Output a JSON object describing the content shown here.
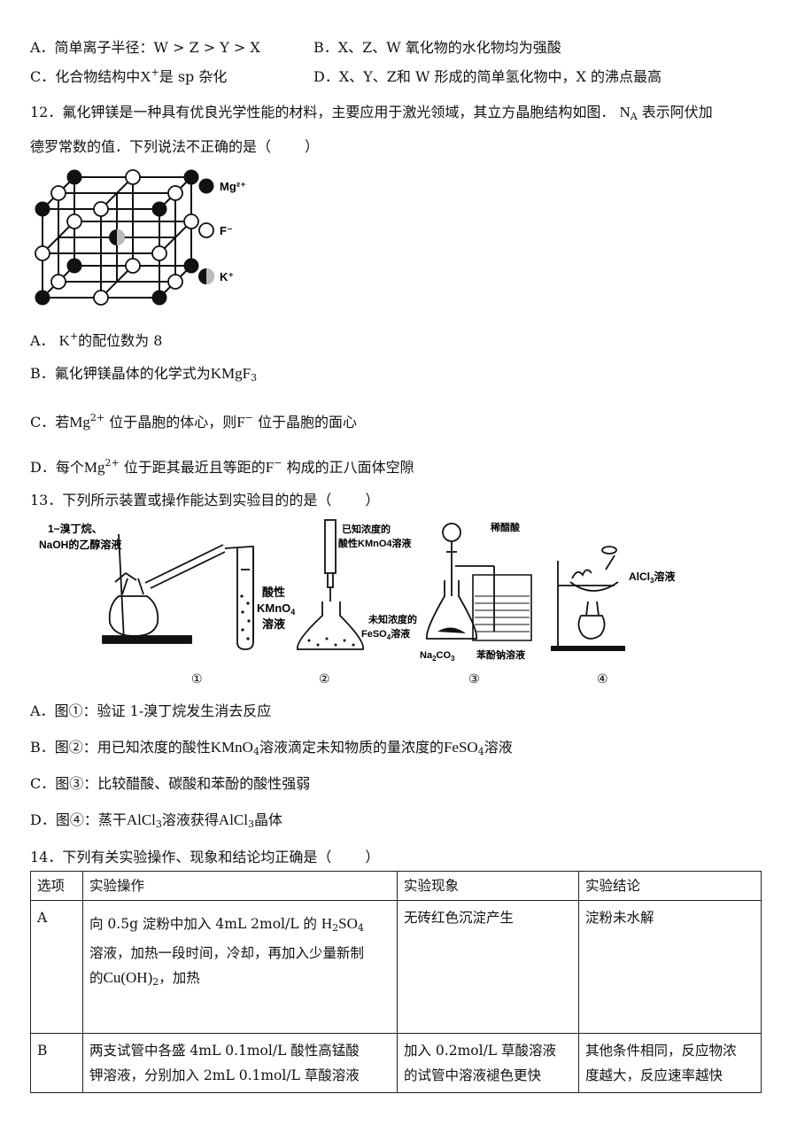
{
  "q11_options": {
    "A": "A．简单离子半径：W > Z > Y > X",
    "B": "B．X、Z、W 氧化物的水化物均为强酸",
    "C_pre": "C．化合物结构中",
    "C_sym": "X",
    "C_sup": "+",
    "C_post": "是 sp 杂化",
    "D": "D．X、Y、Z和 W 形成的简单氢化物中，X 的沸点最高"
  },
  "q12": {
    "stem_line1_pre": "12．氟化钾镁是一种具有优良光学性能的材料，主要应用于激光领域，其立方晶胞结构如图．",
    "NA": "N",
    "NA_sub": "A",
    "stem_line1_post": "表示阿伏加",
    "stem_line2": "德罗常数的值．下列说法不正确的是（",
    "stem_line2_end": "）",
    "legend": {
      "mg": "Mg²⁺",
      "f": "F⁻",
      "k": "K⁺"
    },
    "options": {
      "A_pre": "A．",
      "A_sym": "K",
      "A_sup": "+",
      "A_post": "的配位数为 8",
      "B_pre": "B．氟化钾镁晶体的化学式为",
      "B_formula": "KMgF",
      "B_sub": "3",
      "C_pre": "C．若",
      "C_sym": "Mg",
      "C_sup": "2+",
      "C_mid": "位于晶胞的体心，则",
      "C_sym2": "F",
      "C_sup2": "−",
      "C_post": "位于晶胞的面心",
      "D_pre": "D．每个",
      "D_sym": "Mg",
      "D_sup": "2+",
      "D_mid": "位于距其最近且等距的",
      "D_sym2": "F",
      "D_sup2": "−",
      "D_post": "构成的正八面体空隙"
    }
  },
  "q13": {
    "stem": "13．下列所示装置或操作能达到实验目的的是（",
    "stem_end": "）",
    "fig1": {
      "label1": "1−溴丁烷、",
      "label2": "NaOH的乙醇溶液",
      "label3": "酸性",
      "label4": "KMnO",
      "label4_sub": "4",
      "label5": "溶液",
      "num": "①"
    },
    "fig2": {
      "label1": "已知浓度的",
      "label2": "酸性KMnO4溶液",
      "label3": "未知浓度的",
      "label4": "FeSO",
      "label4_sub": "4",
      "label5": "溶液",
      "num": "②"
    },
    "fig3": {
      "label1": "稀醋酸",
      "label2": "Na",
      "label2_sub": "2",
      "label2_post": "CO",
      "label2_sub2": "3",
      "label3": "苯酚钠溶液",
      "num": "③"
    },
    "fig4": {
      "label1": "AlCl",
      "label1_sub": "3",
      "label1_post": "溶液",
      "num": "④"
    },
    "options": {
      "A": "A．图①：验证 1-溴丁烷发生消去反应",
      "B_pre": "B．图②：用已知浓度的酸性",
      "B_f1": "KMnO",
      "B_f1_sub": "4",
      "B_mid": "溶液滴定未知物质的量浓度的",
      "B_f2": "FeSO",
      "B_f2_sub": "4",
      "B_post": "溶液",
      "C": "C．图③：比较醋酸、碳酸和苯酚的酸性强弱",
      "D_pre": "D．图④：蒸干",
      "D_f1": "AlCl",
      "D_f1_sub": "3",
      "D_mid": "溶液获得",
      "D_f2": "AlCl",
      "D_f2_sub": "3",
      "D_post": "晶体"
    }
  },
  "q14": {
    "stem": "14．下列有关实验操作、现象和结论均正确是（",
    "stem_end": "）",
    "headers": [
      "选项",
      "实验操作",
      "实验现象",
      "实验结论"
    ],
    "rowA": {
      "opt": "A",
      "op_1": "向 0.5g 淀粉中加入 4mL 2mol/L 的",
      "op_f": "H",
      "op_f_sub": "2",
      "op_f2": "SO",
      "op_f2_sub": "4",
      "op_2": "溶液，加热一段时间，冷却，再加入少量新制",
      "op_3": "的",
      "op_cu": "Cu",
      "op_oh": "(OH)",
      "op_oh_sub": "2",
      "op_4": "，加热",
      "phen": "无砖红色沉淀产生",
      "concl": "淀粉未水解"
    },
    "rowB": {
      "opt": "B",
      "op_1": "两支试管中各盛 4mL 0.1mol/L 酸性高锰酸",
      "op_2": "钾溶液，分别加入 2mL 0.1mol/L 草酸溶液",
      "phen_1": "加入 0.2mol/L 草酸溶液",
      "phen_2": "的试管中溶液褪色更快",
      "concl_1": "其他条件相同，反应物浓",
      "concl_2": "度越大，反应速率越快"
    }
  }
}
